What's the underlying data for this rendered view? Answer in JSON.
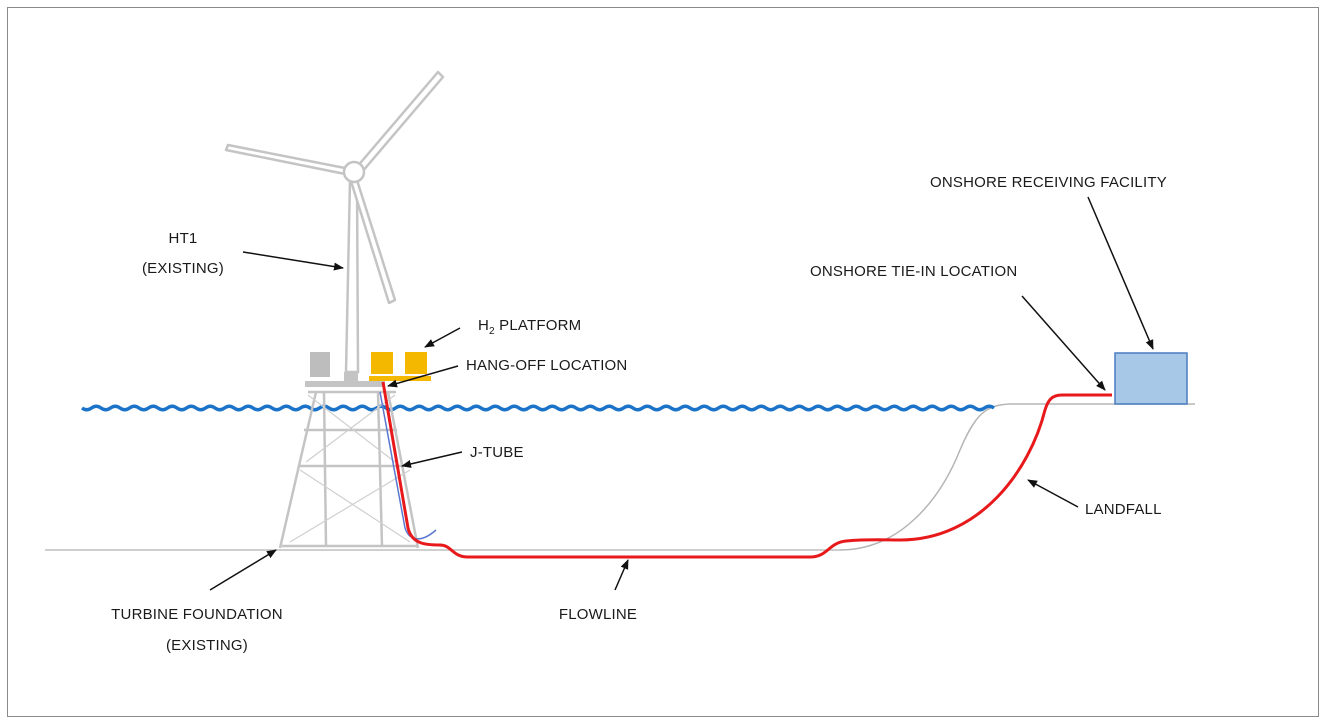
{
  "labels": {
    "ht1": "HT1",
    "ht1_status": "(EXISTING)",
    "h2_platform_h": "H",
    "h2_platform_sub": "2",
    "h2_platform_rest": " PLATFORM",
    "hang_off": "HANG-OFF LOCATION",
    "j_tube": "J-TUBE",
    "turbine_foundation": "TURBINE FOUNDATION",
    "turbine_foundation_status": "(EXISTING)",
    "flowline": "FLOWLINE",
    "landfall": "LANDFALL",
    "onshore_tie_in": "ONSHORE TIE-IN LOCATION",
    "onshore_facility": "ONSHORE RECEIVING FACILITY"
  },
  "colors": {
    "structure": "#c4c4c4",
    "sea": "#1a73c8",
    "flowline": "#e8191b",
    "platform_modules": "#f5b800",
    "grey_module": "#bdbdbd",
    "facility_fill": "#a8c8e8",
    "facility_stroke": "#4a7cc0",
    "arrow": "#111111"
  }
}
